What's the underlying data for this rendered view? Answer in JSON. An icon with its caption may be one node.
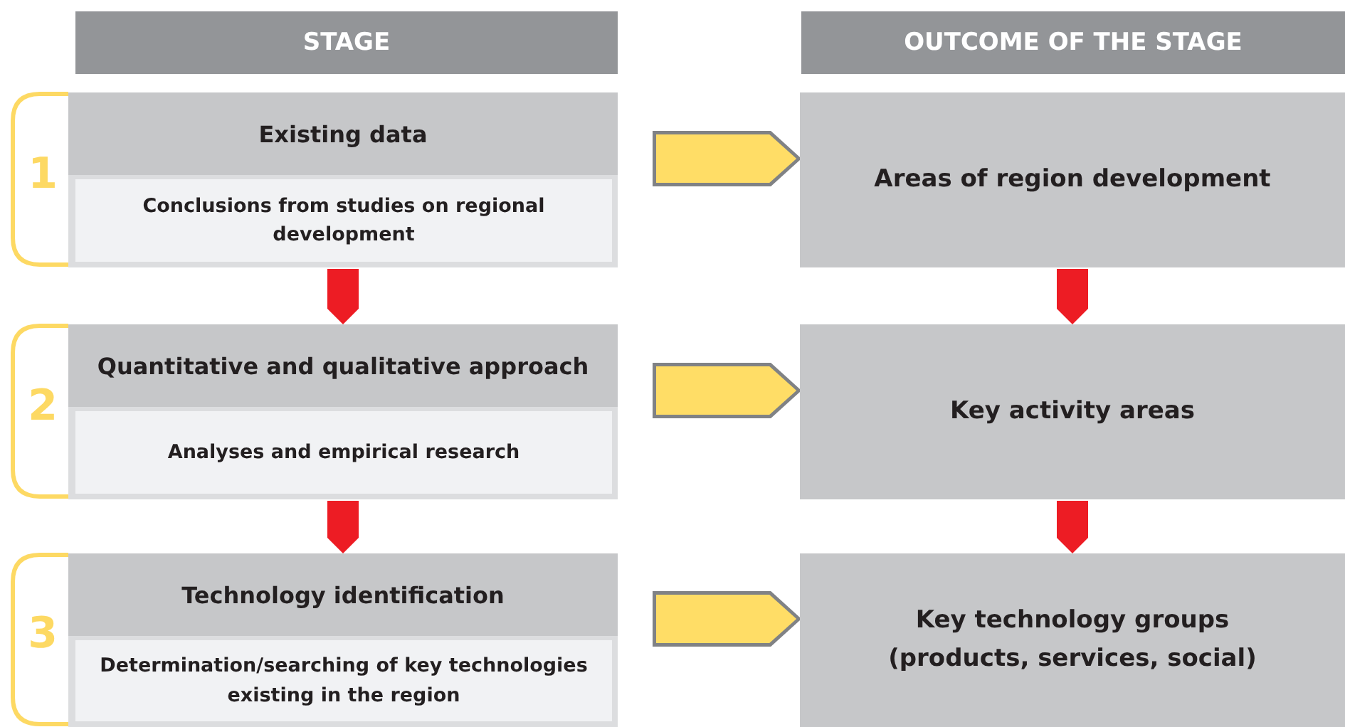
{
  "diagram": {
    "nodes": [
      {
        "text": [
          "STAGE"
        ]
      },
      {
        "text": [
          "OUTCOME OF THE STAGE"
        ]
      },
      {
        "text": [
          "Existing data",
          "Conclusions from studies on regional development"
        ],
        "beside": [
          "1"
        ]
      },
      {
        "text": [
          "Areas of region development"
        ]
      },
      {
        "text": [
          "Quantitative and qualitative approach",
          "Analyses and empirical research"
        ],
        "beside": [
          "2"
        ]
      },
      {
        "text": [
          "Key activity areas"
        ]
      },
      {
        "text": [
          "Technology identification",
          "Determination/searching of key technologies existing in the region"
        ],
        "beside": [
          "3"
        ]
      },
      {
        "text": [
          "Key technology groups (products, services, social)"
        ]
      }
    ],
    "edges": [
      {
        "from": 2,
        "to": 3,
        "arrow": "to",
        "color": "#ffdd66"
      },
      {
        "from": 2,
        "to": 4,
        "arrow": "to"
      },
      {
        "from": 3,
        "to": 5,
        "arrow": "to"
      },
      {
        "from": 4,
        "to": 5,
        "arrow": "to",
        "color": "#ffdd66"
      },
      {
        "from": 4,
        "to": 6,
        "arrow": "to"
      },
      {
        "from": 5,
        "to": 7,
        "arrow": "to"
      },
      {
        "from": 6,
        "to": 7,
        "arrow": "to",
        "color": "#ffdd66"
      }
    ]
  }
}
